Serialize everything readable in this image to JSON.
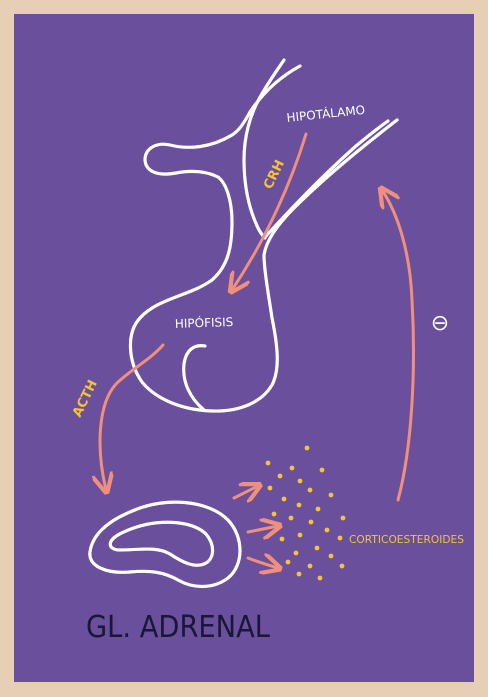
{
  "labels": {
    "hypothalamus": "HIPOTÁLAMO",
    "crh": "CRH",
    "pituitary": "HIPÓFISIS",
    "acth": "ACTH",
    "negative_feedback": "⊖",
    "corticosteroids": "CORTICOESTEROIDES",
    "adrenal": "GL. ADRENAL"
  },
  "colors": {
    "background": "#6a4f9d",
    "frame": "#e6cfb4",
    "outline": "#ffffff",
    "arrow": "#f0907c",
    "hormone_label": "#f5c335",
    "dots": "#f5c335"
  }
}
